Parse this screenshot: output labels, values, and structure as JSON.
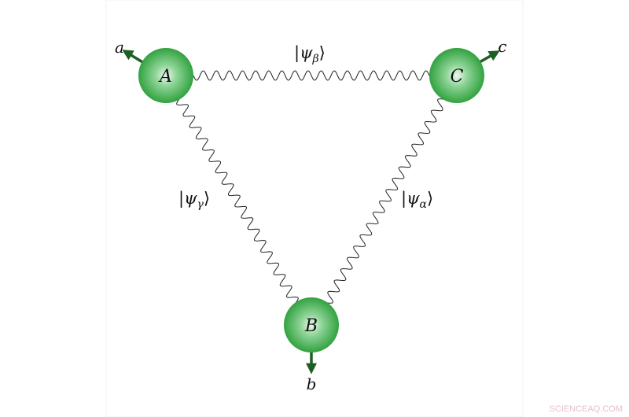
{
  "nodes": {
    "A": {
      "label": "A",
      "output": "a"
    },
    "B": {
      "label": "B",
      "output": "b"
    },
    "C": {
      "label": "C",
      "output": "c"
    }
  },
  "links": {
    "beta": {
      "ket_open": "|ψ",
      "sub": "β",
      "ket_close": "⟩",
      "between": [
        "A",
        "C"
      ]
    },
    "gamma": {
      "ket_open": "|ψ",
      "sub": "γ",
      "ket_close": "⟩",
      "between": [
        "A",
        "B"
      ]
    },
    "alpha": {
      "ket_open": "|ψ",
      "sub": "α",
      "ket_close": "⟩",
      "between": [
        "C",
        "B"
      ]
    }
  },
  "colors": {
    "node": "#2e9e3a",
    "node_highlight": "#e8f7ea",
    "arrow": "#1d5e22",
    "wire": "#222222"
  },
  "watermark": "SCIENCEAQ.COM"
}
